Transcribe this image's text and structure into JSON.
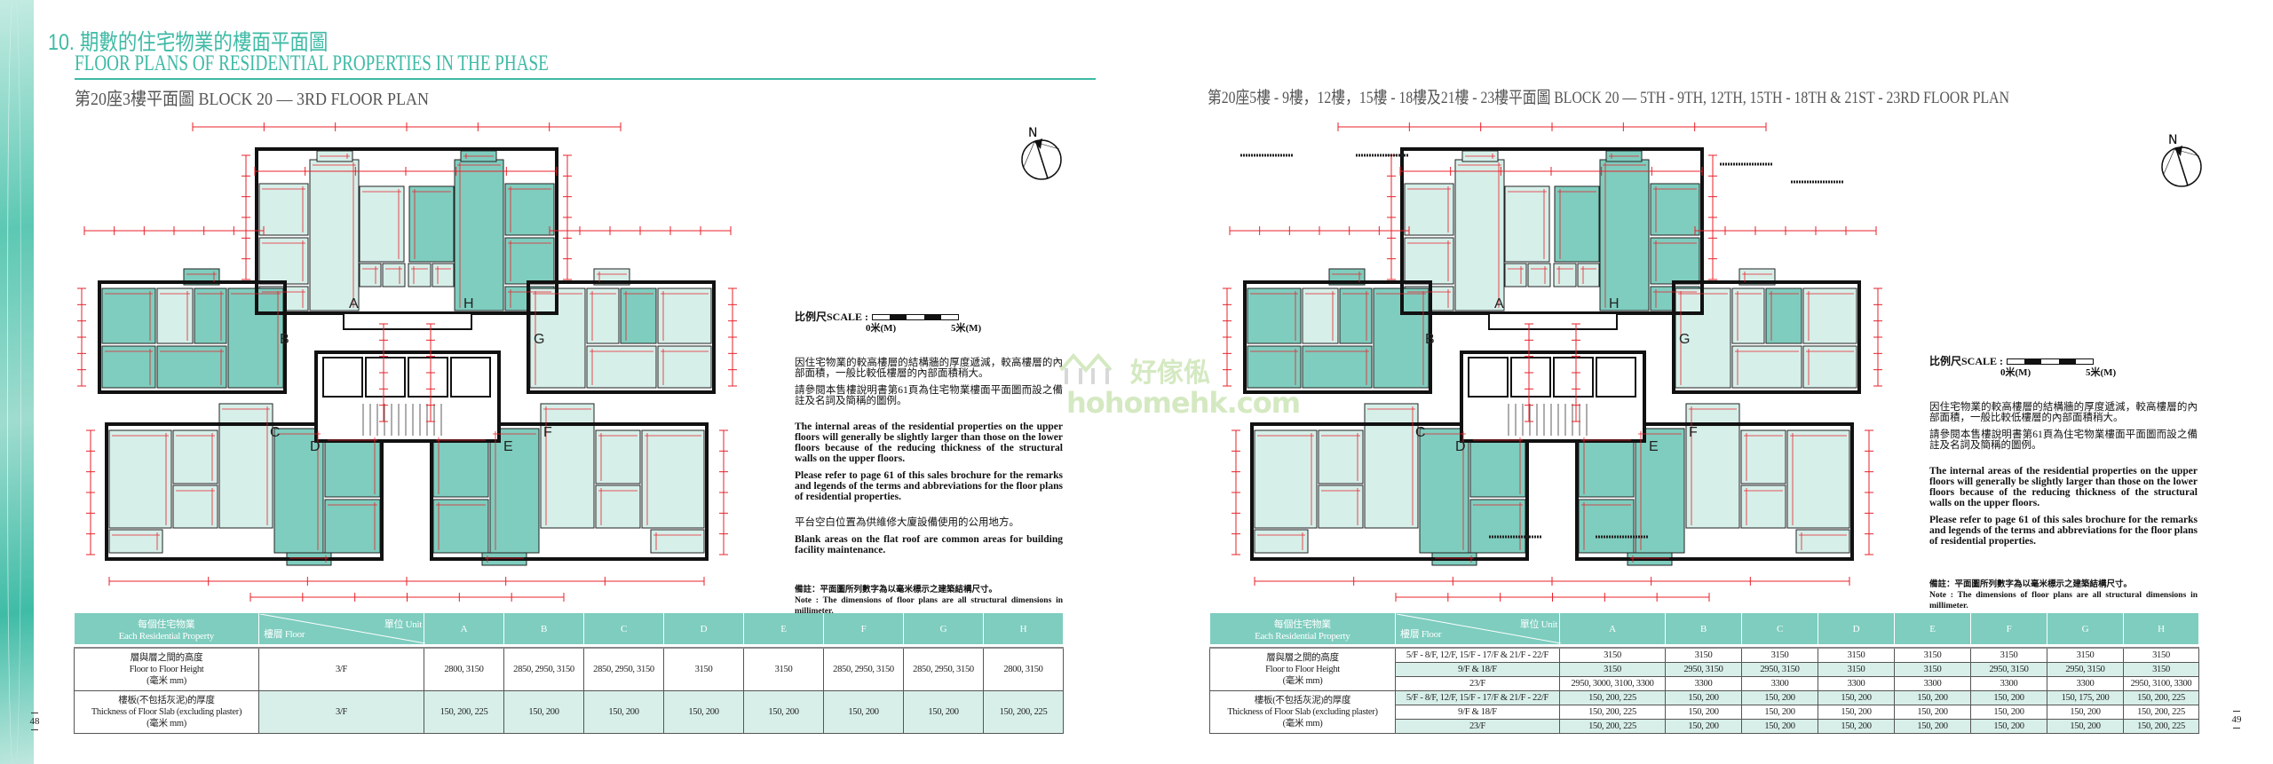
{
  "header": {
    "section_cn": "10. 期數的住宅物業的樓面平面圖",
    "section_en": "FLOOR PLANS OF RESIDENTIAL PROPERTIES IN THE PHASE"
  },
  "colors": {
    "accent": "#3ebaa5",
    "header_fill": "#7ecdbf",
    "light_fill": "#d8efe9",
    "dimension": "#e8202a"
  },
  "units": [
    "A",
    "B",
    "C",
    "D",
    "E",
    "F",
    "G",
    "H"
  ],
  "watermark": {
    "cn": "好傢俬",
    "en": "hohomehk.com"
  },
  "left_page": {
    "title": "第20座3樓平面圖  BLOCK 20 — 3RD FLOOR PLAN",
    "north": "N",
    "page_number": "48",
    "scale": {
      "label": "比例尺SCALE :",
      "start": "0米(M)",
      "end": "5米(M)"
    },
    "notes": {
      "cn1": "因住宅物業的較高樓層的結構牆的厚度遞減，較高樓層的內部面積，一般比較低樓層的內部面積稍大。",
      "cn2": "請參閱本售樓說明書第61頁為住宅物業樓面平面圖而設之備註及名詞及簡稱的圖例。",
      "en1": "The internal areas of the residential properties on the upper floors will generally be slightly larger than those on the lower floors because of the reducing thickness of the structural walls on the upper floors.",
      "en2": "Please refer to page 61 of this sales brochure for the remarks and legends of the terms and abbreviations for the floor plans of residential properties.",
      "cn3": "平台空白位置為供維修大廈設備使用的公用地方。",
      "en3": "Blank areas on the flat roof are common areas for building facility maintenance.",
      "remark_cn": "備註：平面圖所列數字為以毫米標示之建築結構尺寸。",
      "remark_en": "Note : The dimensions of floor plans are all structural dimensions in millimeter."
    },
    "table": {
      "property_cn": "每個住宅物業",
      "property_en": "Each Residential Property",
      "unit_label": "單位 Unit",
      "floor_label": "樓層 Floor",
      "groups": [
        {
          "label_cn": "層與層之間的高度",
          "label_en": "Floor to Floor Height",
          "label_unit": "(毫米 mm)",
          "rows": [
            {
              "floor": "3/F",
              "values": [
                "2800, 3150",
                "2850, 2950, 3150",
                "2850, 2950, 3150",
                "3150",
                "3150",
                "2850, 2950, 3150",
                "2850, 2950, 3150",
                "2800, 3150"
              ]
            }
          ]
        },
        {
          "label_cn": "樓板(不包括灰泥)的厚度",
          "label_en": "Thickness of Floor Slab (excluding plaster)",
          "label_unit": "(毫米 mm)",
          "rows": [
            {
              "floor": "3/F",
              "values": [
                "150, 200, 225",
                "150, 200",
                "150, 200",
                "150, 200",
                "150, 200",
                "150, 200",
                "150, 200",
                "150, 200, 225"
              ]
            }
          ]
        }
      ]
    }
  },
  "right_page": {
    "title": "第20座5樓 - 9樓，12樓，15樓 - 18樓及21樓 - 23樓平面圖 BLOCK 20 — 5TH - 9TH, 12TH, 15TH - 18TH & 21ST - 23RD FLOOR PLAN",
    "north": "N",
    "page_number": "49",
    "scale": {
      "label": "比例尺SCALE :",
      "start": "0米(M)",
      "end": "5米(M)"
    },
    "notes": {
      "cn1": "因住宅物業的較高樓層的結構牆的厚度遞減，較高樓層的內部面積，一般比較低樓層的內部面積稍大。",
      "cn2": "請參閱本售樓說明書第61頁為住宅物業樓面平面圖而設之備註及名詞及簡稱的圖例。",
      "en1": "The internal areas of the residential properties on the upper floors will generally be slightly larger than those on the lower floors because of the reducing thickness of the structural walls on the upper floors.",
      "en2": "Please refer to page 61 of this sales brochure for the remarks and legends of the terms and abbreviations for the floor plans of residential properties.",
      "remark_cn": "備註：平面圖所列數字為以毫米標示之建築結構尺寸。",
      "remark_en": "Note : The dimensions of floor plans are all structural dimensions in millimeter."
    },
    "table": {
      "property_cn": "每個住宅物業",
      "property_en": "Each Residential Property",
      "unit_label": "單位 Unit",
      "floor_label": "樓層 Floor",
      "groups": [
        {
          "label_cn": "層與層之間的高度",
          "label_en": "Floor to Floor Height",
          "label_unit": "(毫米 mm)",
          "rows": [
            {
              "floor": "5/F - 8/F, 12/F, 15/F - 17/F & 21/F - 22/F",
              "values": [
                "3150",
                "3150",
                "3150",
                "3150",
                "3150",
                "3150",
                "3150",
                "3150"
              ]
            },
            {
              "floor": "9/F & 18/F",
              "values": [
                "3150",
                "2950, 3150",
                "2950, 3150",
                "3150",
                "3150",
                "2950, 3150",
                "2950, 3150",
                "3150"
              ]
            },
            {
              "floor": "23/F",
              "values": [
                "2950, 3000, 3100, 3300",
                "3300",
                "3300",
                "3300",
                "3300",
                "3300",
                "3300",
                "2950, 3100, 3300"
              ]
            }
          ]
        },
        {
          "label_cn": "樓板(不包括灰泥)的厚度",
          "label_en": "Thickness of Floor Slab (excluding plaster)",
          "label_unit": "(毫米 mm)",
          "rows": [
            {
              "floor": "5/F - 8/F, 12/F, 15/F - 17/F & 21/F - 22/F",
              "values": [
                "150, 200, 225",
                "150, 200",
                "150, 200",
                "150, 200",
                "150, 200",
                "150, 200",
                "150, 175, 200",
                "150, 200, 225"
              ]
            },
            {
              "floor": "9/F & 18/F",
              "values": [
                "150, 200, 225",
                "150, 200",
                "150, 200",
                "150, 200",
                "150, 200",
                "150, 200",
                "150, 200",
                "150, 200, 225"
              ]
            },
            {
              "floor": "23/F",
              "values": [
                "150, 200, 225",
                "150, 200",
                "150, 200",
                "150, 200",
                "150, 200",
                "150, 200",
                "150, 200",
                "150, 200, 225"
              ]
            }
          ]
        }
      ]
    }
  }
}
